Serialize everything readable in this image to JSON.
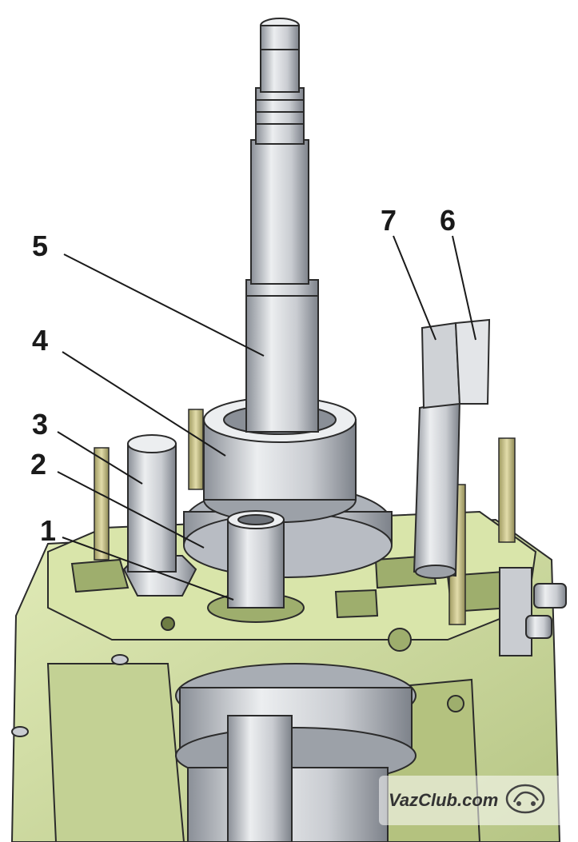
{
  "callouts": {
    "c1": "1",
    "c2": "2",
    "c3": "3",
    "c4": "4",
    "c5": "5",
    "c6": "6",
    "c7": "7"
  },
  "watermark": {
    "text": "VazClub.com",
    "logo": "car-badge-icon"
  },
  "colors": {
    "housing": "#d4e1a6",
    "housing_shadow": "#9eae6d",
    "housing_dark": "#6f7d44",
    "metal": "#c9ccd1",
    "metal_light": "#eceef0",
    "metal_dark": "#8a8f97",
    "stud_thread": "#c8c28a",
    "outline": "#2b2b2b",
    "label": "#1a1a1a"
  }
}
